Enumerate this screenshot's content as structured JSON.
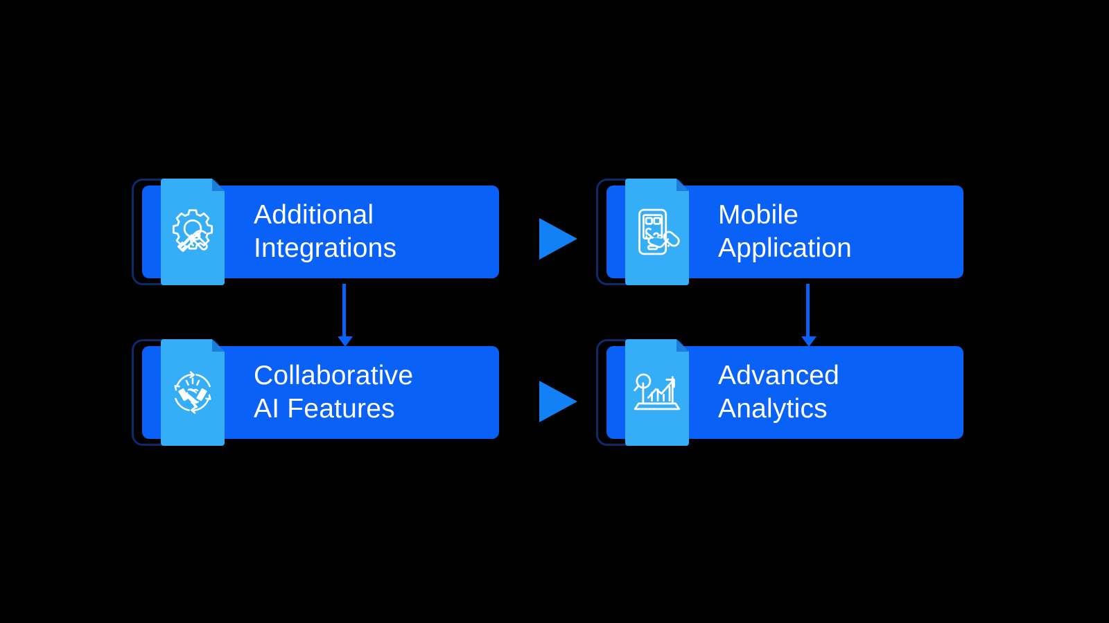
{
  "diagram": {
    "background_color": "#000000",
    "card_color": "#0a61f7",
    "panel_color": "#35aef7",
    "outline_color": "#0d2a6b",
    "arrow_color": "#1281f5",
    "text_color": "#ffffff",
    "cards": [
      {
        "id": "additional-integrations",
        "title": "Additional\nIntegrations",
        "icon": "gear-tools-icon",
        "row": 1,
        "column": 1
      },
      {
        "id": "mobile-application",
        "title": "Mobile\nApplication",
        "icon": "mobile-tap-icon",
        "row": 1,
        "column": 2
      },
      {
        "id": "collaborative-ai-features",
        "title": "Collaborative\nAI Features",
        "icon": "handshake-cycle-icon",
        "row": 2,
        "column": 1
      },
      {
        "id": "advanced-analytics",
        "title": "Advanced\nAnalytics",
        "icon": "analytics-chart-icon",
        "row": 2,
        "column": 2
      }
    ],
    "connectors": [
      {
        "id": "top-row-arrow",
        "type": "triangle-right",
        "from": "additional-integrations",
        "to": "mobile-application"
      },
      {
        "id": "bottom-row-arrow",
        "type": "triangle-right",
        "from": "collaborative-ai-features",
        "to": "advanced-analytics"
      },
      {
        "id": "left-column-arrow",
        "type": "arrow-down",
        "from": "additional-integrations",
        "to": "collaborative-ai-features"
      },
      {
        "id": "right-column-arrow",
        "type": "arrow-down",
        "from": "mobile-application",
        "to": "advanced-analytics"
      }
    ]
  }
}
